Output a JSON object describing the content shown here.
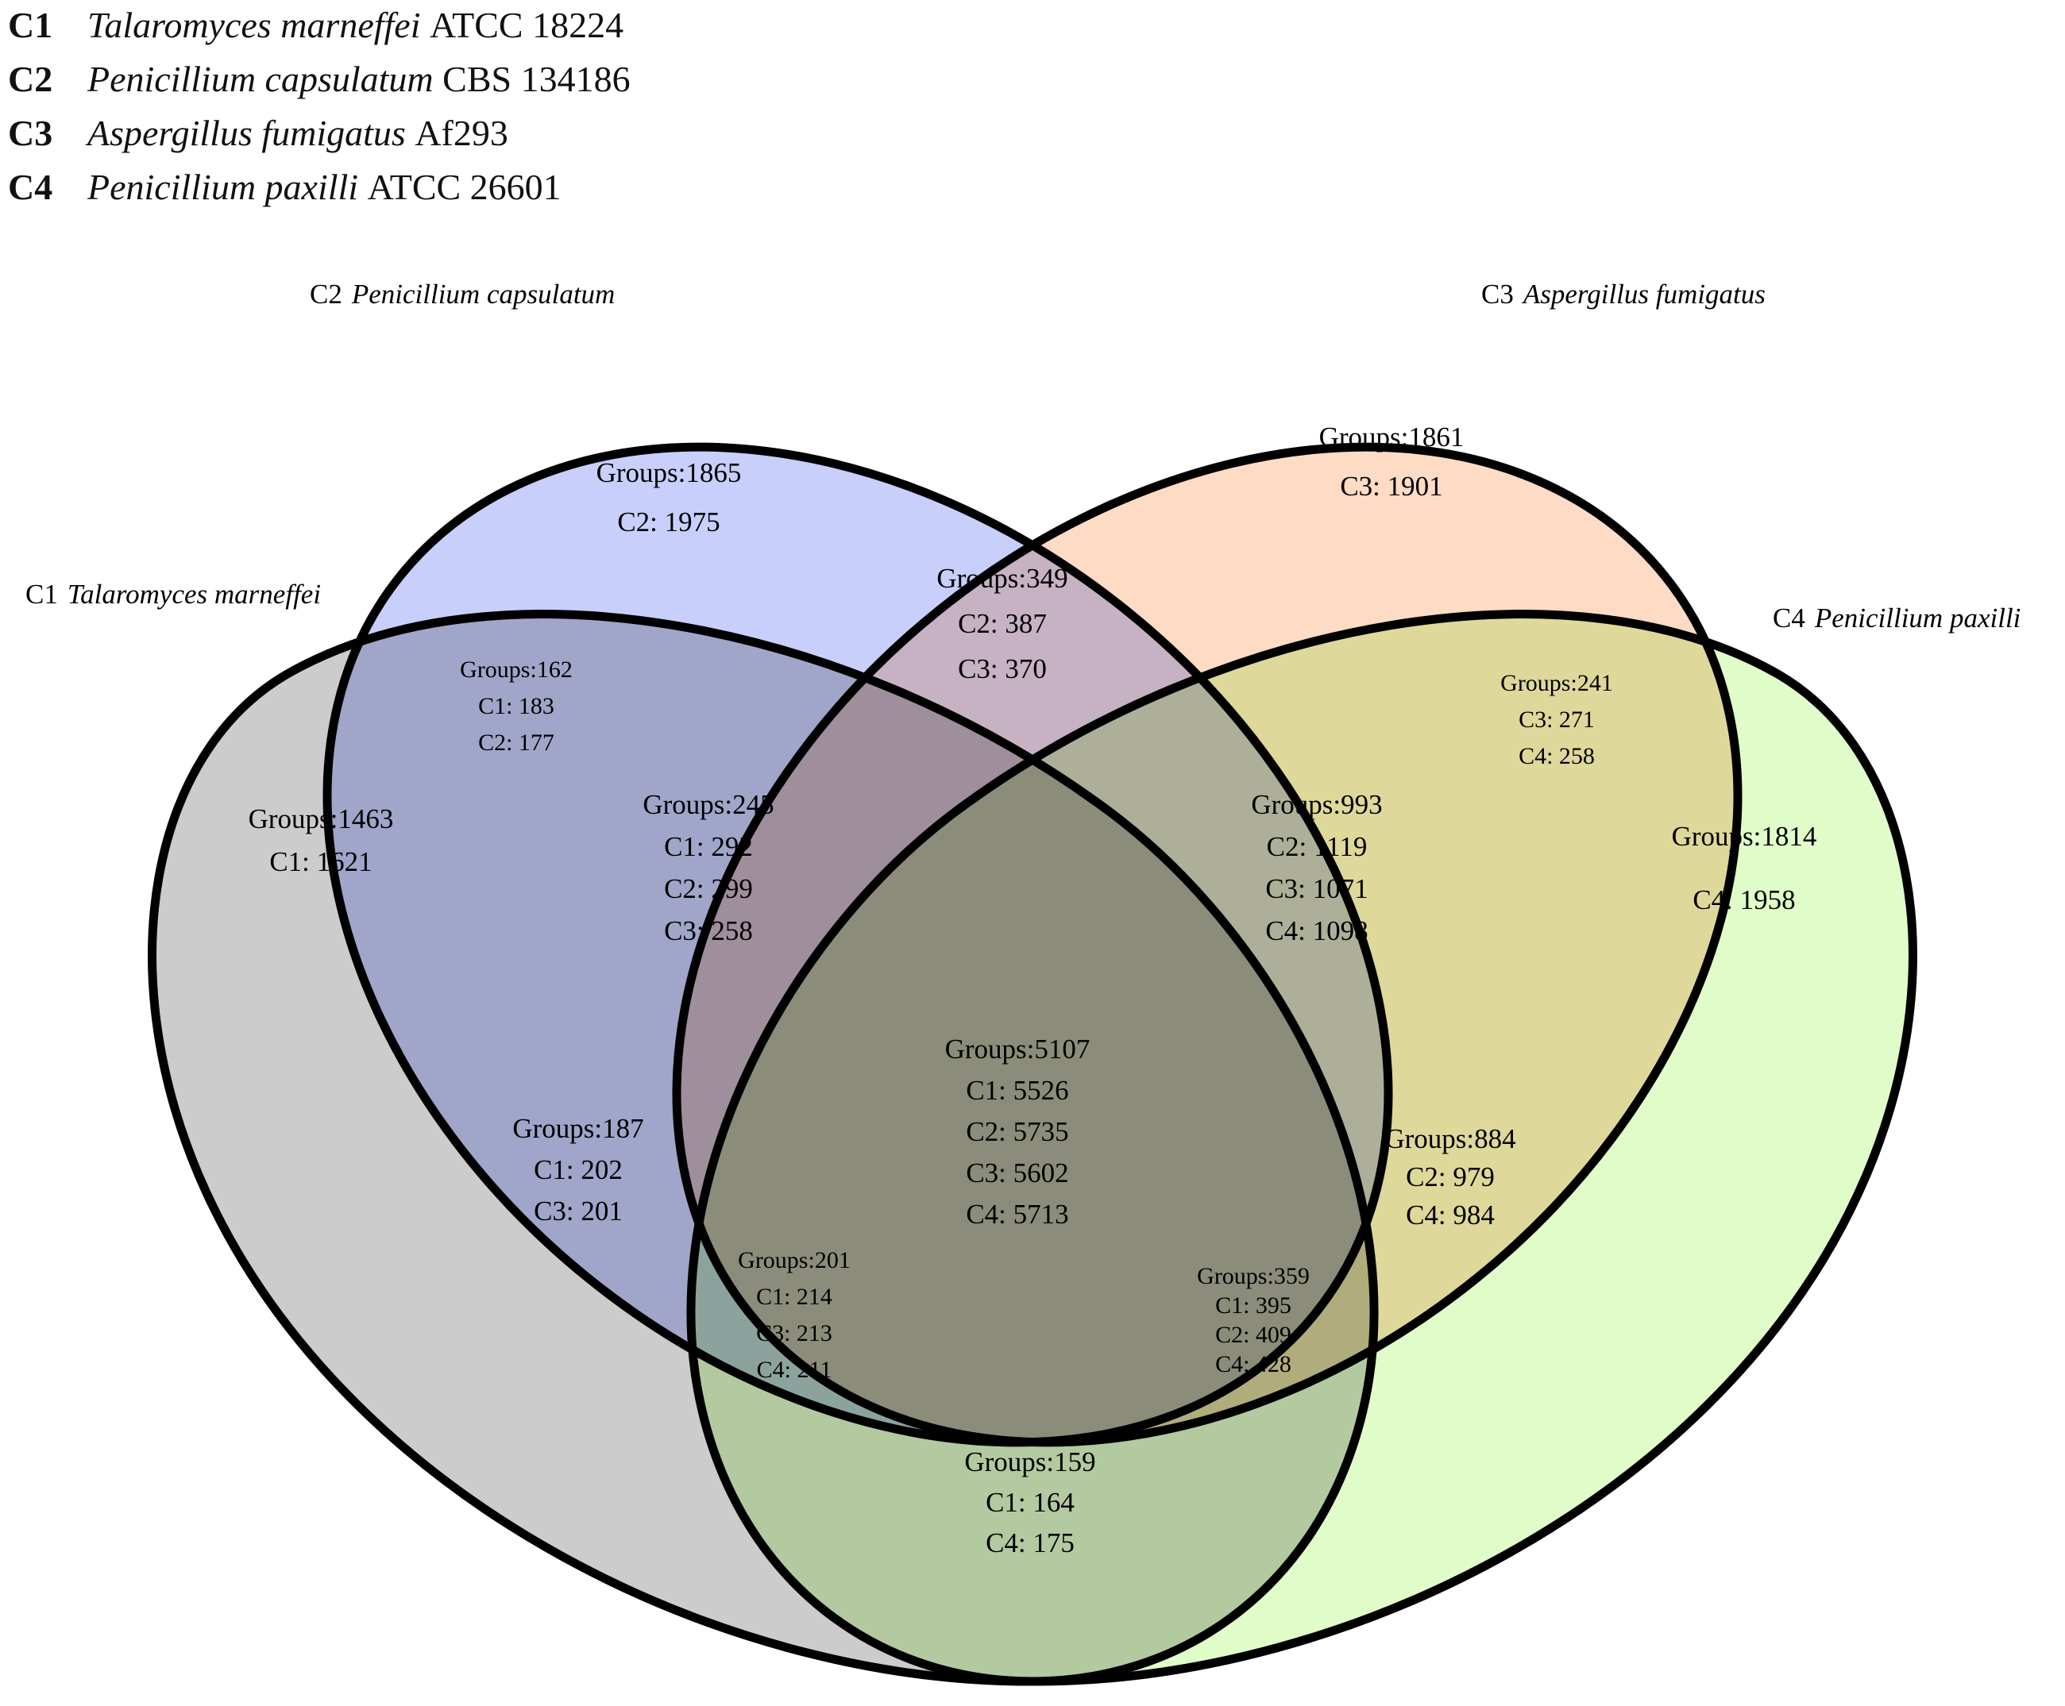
{
  "legend": [
    {
      "code": "C1",
      "species": "Talaromyces marneffei",
      "strain": "ATCC 18224"
    },
    {
      "code": "C2",
      "species": "Penicillium capsulatum",
      "strain": "CBS 134186"
    },
    {
      "code": "C3",
      "species": "Aspergillus fumigatus",
      "strain": "Af293"
    },
    {
      "code": "C4",
      "species": "Penicillium paxilli",
      "strain": "ATCC 26601"
    }
  ],
  "sets": [
    {
      "code": "C1",
      "name": "Talaromyces marneffei",
      "color": "#cccccc"
    },
    {
      "code": "C2",
      "name": "Penicillium capsulatum",
      "color": "#c8cffb"
    },
    {
      "code": "C3",
      "name": "Aspergillus fumigatus",
      "color": "#fddbc5"
    },
    {
      "code": "C4",
      "name": "Penicillium paxilli",
      "color": "#e0fcc8"
    }
  ],
  "regions": {
    "c1_only": [
      "Groups:1463",
      "C1: 1621"
    ],
    "c2_only": [
      "Groups:1865",
      "C2: 1975"
    ],
    "c3_only": [
      "Groups:1861",
      "C3: 1901"
    ],
    "c4_only": [
      "Groups:1814",
      "C4: 1958"
    ],
    "c1_c2": [
      "Groups:162",
      "C1: 183",
      "C2: 177"
    ],
    "c2_c3": [
      "Groups:349",
      "C2: 387",
      "C3: 370"
    ],
    "c3_c4": [
      "Groups:241",
      "C3: 271",
      "C4: 258"
    ],
    "c1_c2_c3": [
      "Groups:245",
      "C1: 292",
      "C2: 299",
      "C3: 258"
    ],
    "c2_c3_c4": [
      "Groups:993",
      "C2: 1119",
      "C3: 1071",
      "C4: 1098"
    ],
    "all": [
      "Groups:5107",
      "C1: 5526",
      "C2: 5735",
      "C3: 5602",
      "C4: 5713"
    ],
    "c1_c3": [
      "Groups:187",
      "C1: 202",
      "C3: 201"
    ],
    "c2_c4": [
      "Groups:884",
      "C2: 979",
      "C4: 984"
    ],
    "c1_c3_c4": [
      "Groups:201",
      "C1: 214",
      "C3: 213",
      "C4: 211"
    ],
    "c1_c2_c4": [
      "Groups:359",
      "C1: 395",
      "C2: 409",
      "C4: 428"
    ],
    "c1_c4": [
      "Groups:159",
      "C1: 164",
      "C4: 175"
    ]
  }
}
